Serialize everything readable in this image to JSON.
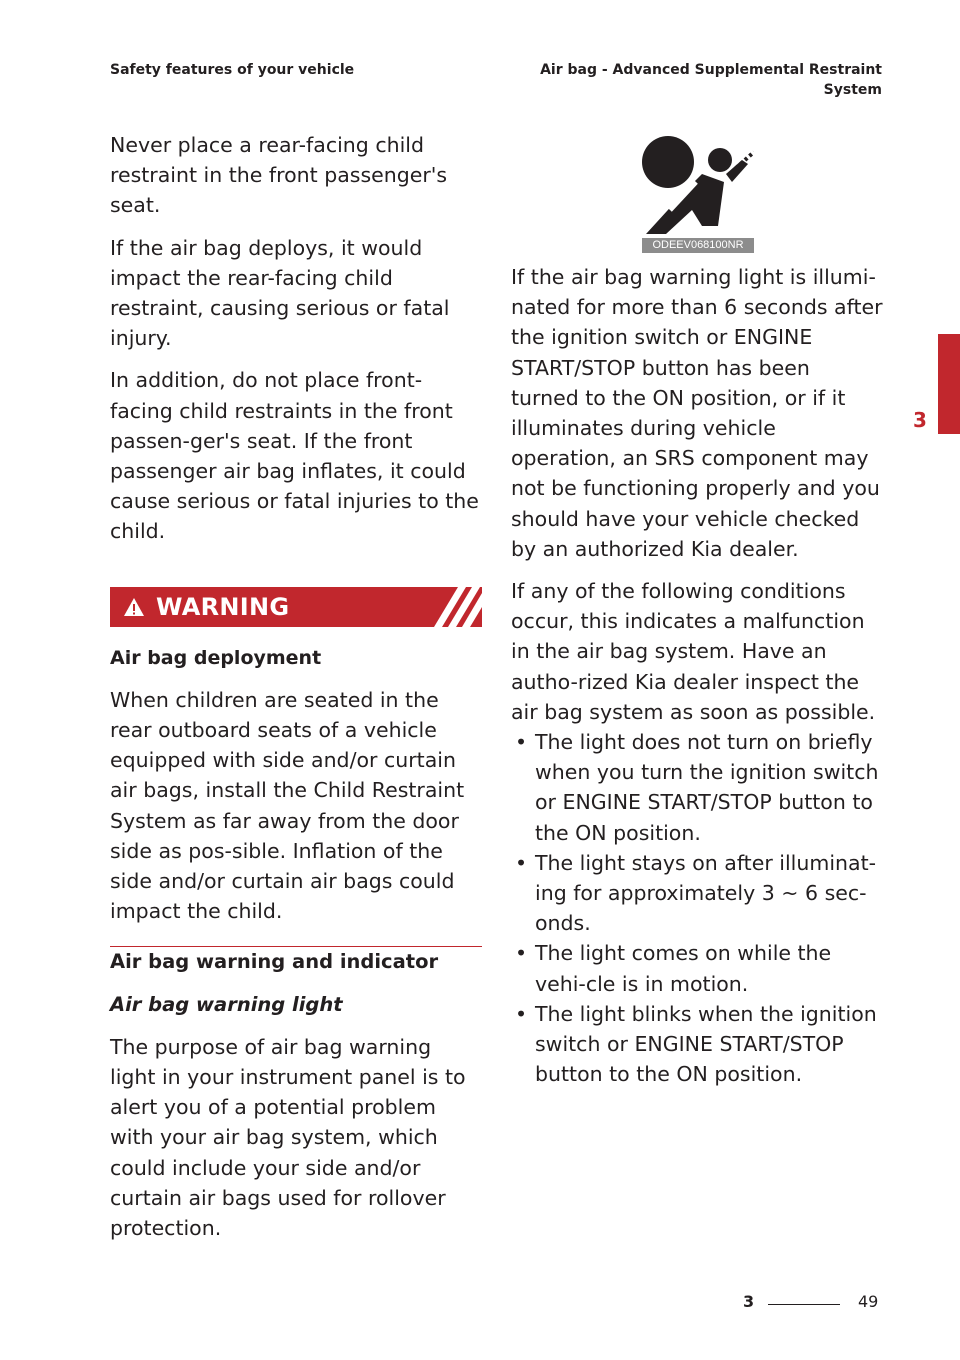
{
  "header": {
    "left": "Safety features of your vehicle",
    "right_line1": "Air bag - Advanced Supplemental Restraint",
    "right_line2": "System"
  },
  "left_column": {
    "p1": "Never place a rear-facing child restraint in the front passenger's seat.",
    "p2": "If the air bag deploys, it would impact the rear-facing child restraint, causing serious or fatal injury.",
    "p3": "In addition, do not place front-facing child restraints in the front passen-ger's seat. If the front passenger air bag inflates, it could cause serious or fatal injuries to the child.",
    "warning_label": "WARNING",
    "warning_title": "Air bag deployment",
    "warning_body": "When children are seated in the rear outboard seats of a vehicle equipped with side and/or curtain air bags, install the Child Restraint System as far away from the door side as pos-sible. Inflation of the side and/or curtain air bags could impact the child.",
    "section_heading": "Air bag warning and indicator",
    "subsection_heading": "Air bag warning light",
    "p4": "The purpose of air bag warning light in your instrument panel is to alert you of a potential problem with your air bag system, which could include your side and/or curtain air bags used for rollover protection."
  },
  "figure": {
    "code": "ODEEV068100NR",
    "icon": "airbag-warning-icon"
  },
  "right_column": {
    "p1": "If the air bag warning light is illumi-nated for more than 6 seconds after the ignition switch or ENGINE START/STOP button has been turned to the ON position, or if it illuminates during vehicle operation, an SRS component may not be functioning properly and you should have your vehicle checked by an authorized Kia dealer.",
    "p2": "If any of the following conditions occur, this indicates a malfunction in the air bag system. Have an autho-rized Kia dealer inspect the air bag system as soon as possible.",
    "bullets": [
      "The light does not turn on briefly when you turn the ignition switch or ENGINE START/STOP button to the ON position.",
      "The light stays on after illuminat-ing for approximately 3 ~ 6 sec-onds.",
      "The light comes on while the vehi-cle is in motion.",
      "The light blinks when the ignition switch or ENGINE START/STOP button to the ON position."
    ]
  },
  "side_tab": {
    "chapter": "3",
    "color": "#c1272d"
  },
  "footer": {
    "chapter": "3",
    "page": "49"
  }
}
